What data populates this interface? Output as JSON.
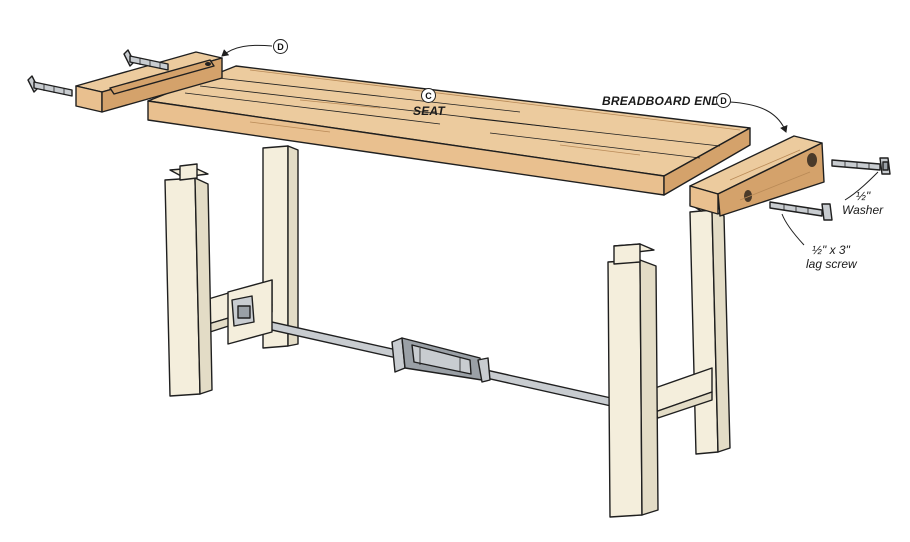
{
  "callouts": {
    "seat": {
      "letter": "C",
      "label": "SEAT"
    },
    "breadboard_end": {
      "letter": "D",
      "label": "BREADBOARD END"
    },
    "left_end": {
      "letter": "D"
    },
    "washer": {
      "frac": "½\"",
      "label": "Washer"
    },
    "lag_screw": {
      "line1": "½\" x 3\"",
      "line2": "lag screw"
    }
  },
  "colors": {
    "wood": "#e9c08f",
    "wood_dark": "#d4a26b",
    "leg": "#f4eedc",
    "outline": "#1f1f1f",
    "hardware": "#c8ccd0"
  }
}
